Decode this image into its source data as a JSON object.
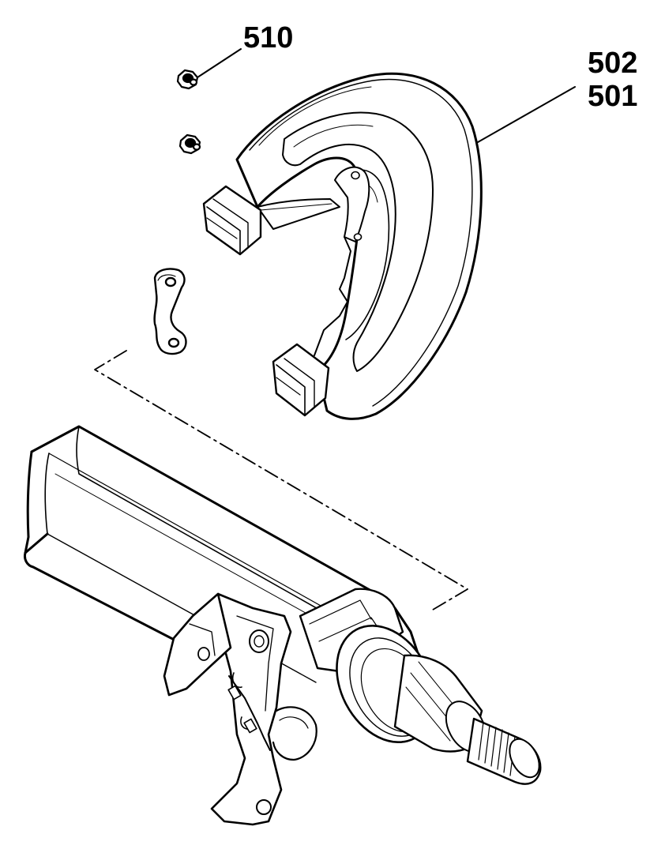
{
  "callouts": {
    "bolt": "510",
    "shield_upper": "502",
    "shield_lower": "501"
  },
  "colors": {
    "line": "#000000",
    "fill": "#ffffff"
  }
}
